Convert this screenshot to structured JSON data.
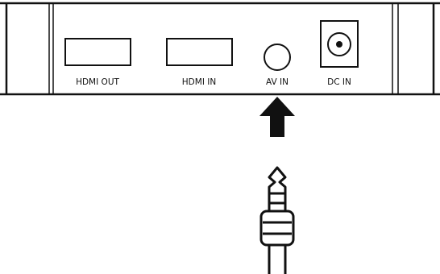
{
  "ports": {
    "hdmi_out": "HDMI OUT",
    "hdmi_in": "HDMI IN",
    "av_in": "AV IN",
    "dc_in": "DC IN"
  },
  "colors": {
    "stroke": "#111111",
    "background": "#ffffff"
  }
}
